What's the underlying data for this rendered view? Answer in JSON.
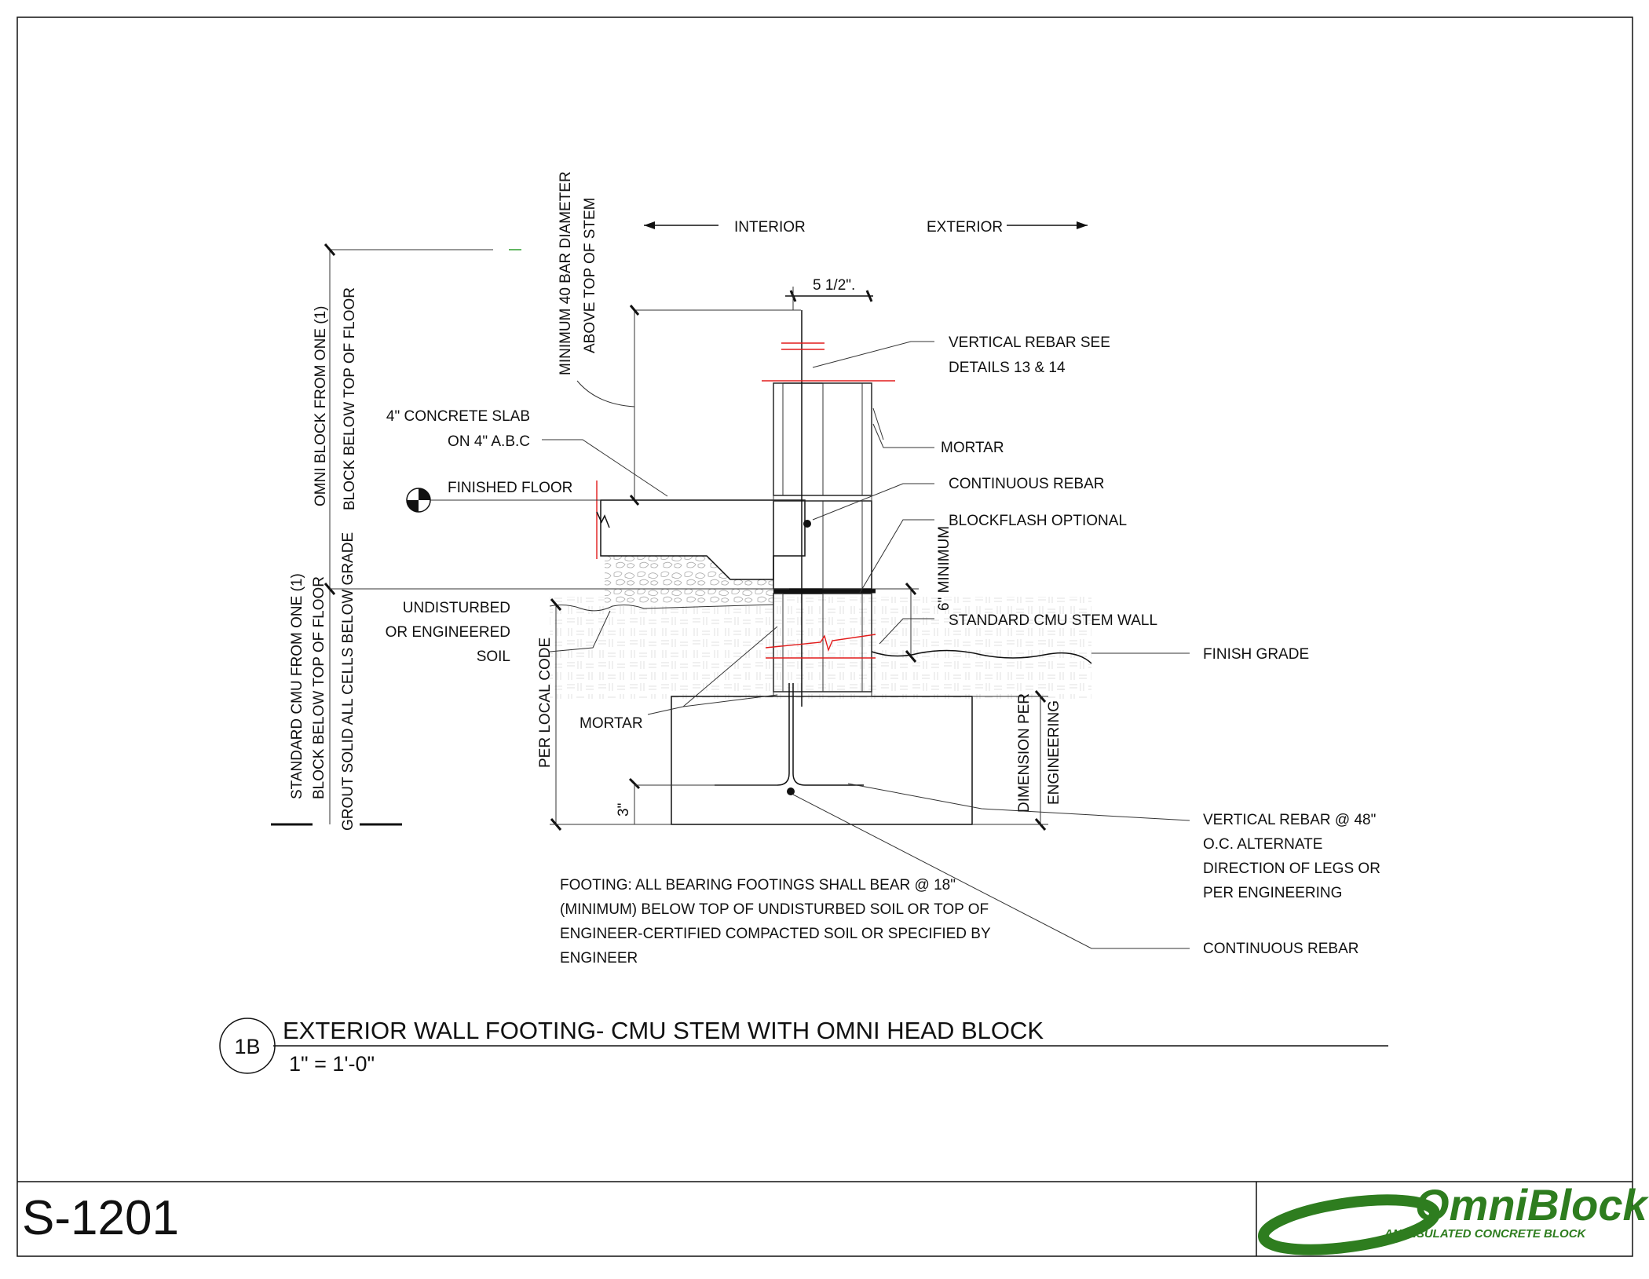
{
  "labels": {
    "interior": "INTERIOR",
    "exterior": "EXTERIOR",
    "dim_5_half": "5 1/2\".",
    "min_40_bar_1": "MINIMUM 40 BAR DIAMETER",
    "min_40_bar_2": "ABOVE TOP OF STEM",
    "omni_block_1": "OMNI BLOCK FROM ONE (1)",
    "omni_block_2": "BLOCK BELOW TOP OF FLOOR",
    "std_cmu_1": "STANDARD CMU FROM ONE (1)",
    "std_cmu_2": "BLOCK BELOW TOP OF FLOOR",
    "std_cmu_3": "GROUT SOLID ALL CELLS BELOW GRADE",
    "slab_1": "4\" CONCRETE SLAB",
    "slab_2": "ON 4\" A.B.C",
    "finished_floor": "FINISHED FLOOR",
    "undisturbed_1": "UNDISTURBED",
    "undisturbed_2": "OR ENGINEERED",
    "undisturbed_3": "SOIL",
    "per_local_code": "PER LOCAL CODE",
    "mortar_left": "MORTAR",
    "dim_3": "3\"",
    "vert_rebar_see_1": "VERTICAL REBAR SEE",
    "vert_rebar_see_2": "DETAILS 13 & 14",
    "mortar_right": "MORTAR",
    "continuous_rebar_top": "CONTINUOUS REBAR",
    "blockflash": "BLOCKFLASH OPTIONAL",
    "six_min": "6\" MINIMUM",
    "std_cmu_stem": "STANDARD CMU STEM WALL",
    "finish_grade": "FINISH GRADE",
    "dim_per_eng_1": "DIMENSION PER",
    "dim_per_eng_2": "ENGINEERING",
    "vert_rebar_48_1": "VERTICAL REBAR @ 48\"",
    "vert_rebar_48_2": "O.C. ALTERNATE",
    "vert_rebar_48_3": "DIRECTION OF LEGS OR",
    "vert_rebar_48_4": "PER ENGINEERING",
    "continuous_rebar_bottom": "CONTINUOUS REBAR",
    "footing_note_1": "FOOTING: ALL BEARING FOOTINGS SHALL BEAR @ 18\"",
    "footing_note_2": "(MINIMUM) BELOW TOP OF UNDISTURBED SOIL OR TOP OF",
    "footing_note_3": "ENGINEER-CERTIFIED COMPACTED SOIL OR SPECIFIED BY",
    "footing_note_4": "ENGINEER"
  },
  "title_block": {
    "detail_id": "1B",
    "title": "EXTERIOR WALL FOOTING- CMU STEM WITH OMNI HEAD BLOCK",
    "scale": "1\" = 1'-0\"",
    "sheet_number": "S-1201"
  },
  "logo": {
    "brand": "OmniBlock",
    "tagline": "AN INSULATED CONCRETE BLOCK",
    "color": "#2e7d1f"
  },
  "colors": {
    "line": "#111111",
    "rebar_marker": "#e21b1b",
    "dim_accent": "#2e9d2e"
  }
}
